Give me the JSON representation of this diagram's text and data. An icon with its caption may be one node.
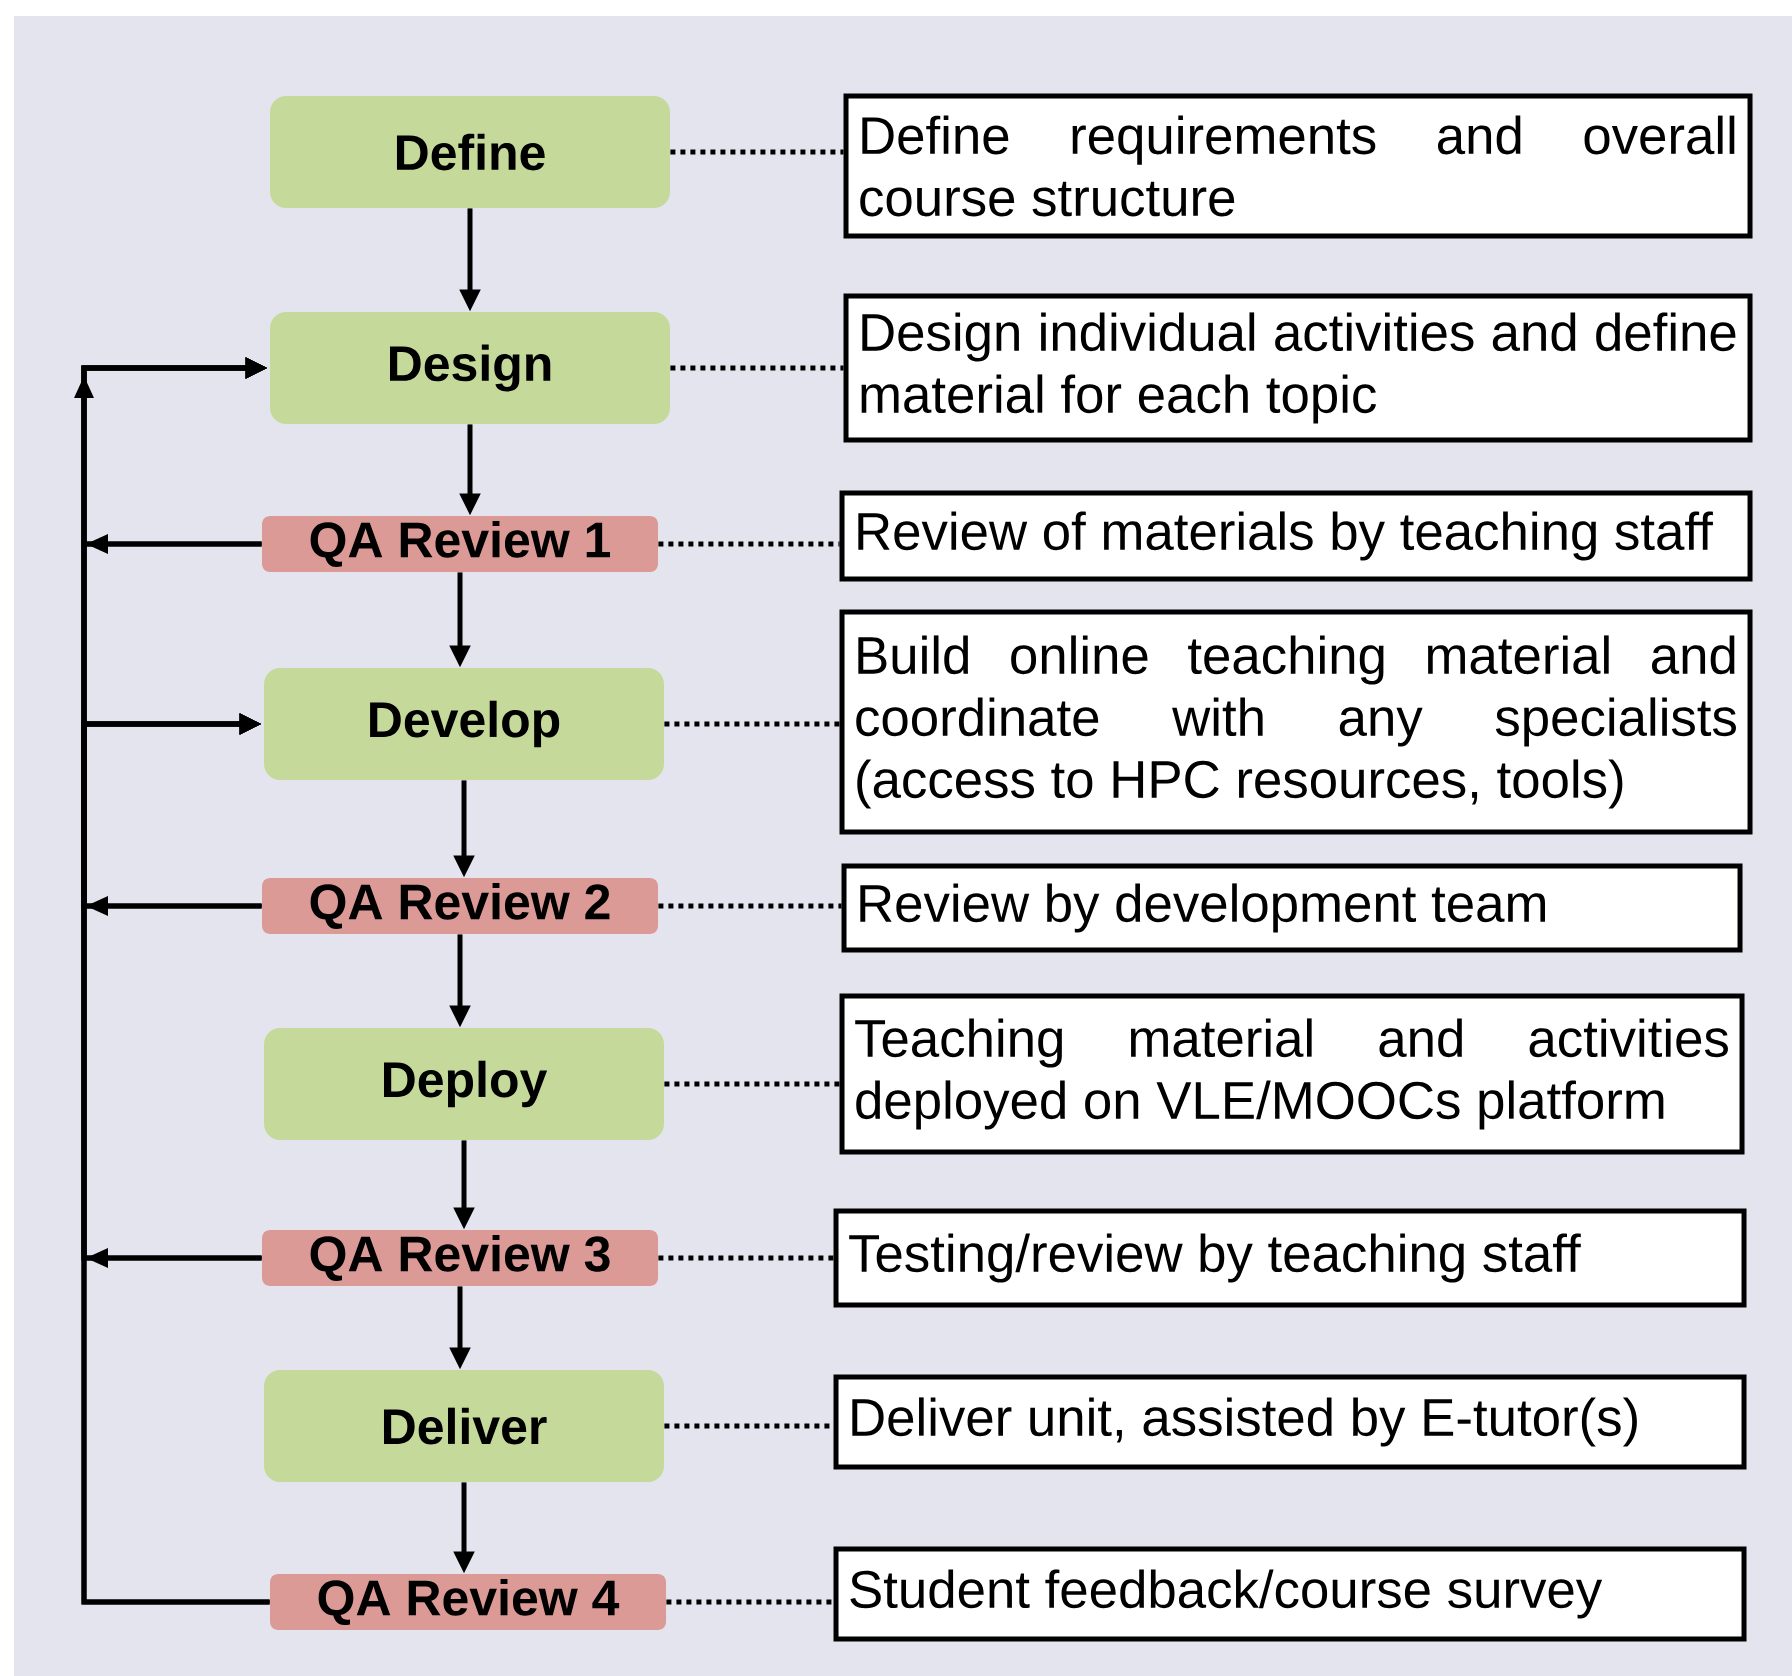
{
  "diagram": {
    "nodes": [
      {
        "text": [
          "Define"
        ]
      },
      {
        "text": [
          "Define requirements and overall course structure"
        ]
      },
      {
        "text": [
          "Design"
        ]
      },
      {
        "text": [
          "Design individual activities and define material for each topic"
        ]
      },
      {
        "text": [
          "QA Review 1"
        ]
      },
      {
        "text": [
          "Review of materials by teaching staff"
        ]
      },
      {
        "text": [
          "Develop"
        ]
      },
      {
        "text": [
          "Build online teaching material and coordinate with any specialists (access to HPC resources, tools)"
        ]
      },
      {
        "text": [
          "QA Review 2"
        ]
      },
      {
        "text": [
          "Review by development team"
        ]
      },
      {
        "text": [
          "Deploy"
        ]
      },
      {
        "text": [
          "Teaching material and activities deployed on VLE/MOOCs platform"
        ]
      },
      {
        "text": [
          "QA Review 3"
        ]
      },
      {
        "text": [
          "Testing/review by teaching staff"
        ]
      },
      {
        "text": [
          "Deliver"
        ]
      },
      {
        "text": [
          "Deliver unit, assisted by E-tutor(s)"
        ]
      },
      {
        "text": [
          "QA Review 4"
        ]
      },
      {
        "text": [
          "Student feedback/course survey"
        ]
      }
    ],
    "edges": [
      {
        "from": 0,
        "to": 2,
        "arrow": "to"
      },
      {
        "from": 2,
        "to": 4,
        "arrow": "to"
      },
      {
        "from": 4,
        "to": 6,
        "arrow": "to"
      },
      {
        "from": 6,
        "to": 8,
        "arrow": "to"
      },
      {
        "from": 8,
        "to": 10,
        "arrow": "to"
      },
      {
        "from": 10,
        "to": 12,
        "arrow": "to"
      },
      {
        "from": 12,
        "to": 14,
        "arrow": "to"
      },
      {
        "from": 14,
        "to": 16,
        "arrow": "to"
      },
      {
        "from": 0,
        "to": 1,
        "arrow": "none",
        "style": "dashed"
      },
      {
        "from": 2,
        "to": 3,
        "arrow": "none",
        "style": "dashed"
      },
      {
        "from": 4,
        "to": 5,
        "arrow": "none",
        "style": "dashed"
      },
      {
        "from": 6,
        "to": 7,
        "arrow": "none",
        "style": "dashed"
      },
      {
        "from": 8,
        "to": 9,
        "arrow": "none",
        "style": "dashed"
      },
      {
        "from": 10,
        "to": 11,
        "arrow": "none",
        "style": "dashed"
      },
      {
        "from": 12,
        "to": 13,
        "arrow": "none",
        "style": "dashed"
      },
      {
        "from": 14,
        "to": 15,
        "arrow": "none",
        "style": "dashed"
      },
      {
        "from": 16,
        "to": 17,
        "arrow": "none",
        "style": "dashed"
      },
      {
        "from": 4,
        "to": 2,
        "arrow": "to"
      },
      {
        "from": 8,
        "to": 2,
        "arrow": "to"
      },
      {
        "from": 12,
        "to": 2,
        "arrow": "to"
      },
      {
        "from": 16,
        "to": 2,
        "arrow": "to"
      },
      {
        "from": 4,
        "to": 6,
        "arrow": "to"
      },
      {
        "from": 8,
        "to": 6,
        "arrow": "to"
      },
      {
        "from": 12,
        "to": 6,
        "arrow": "to"
      },
      {
        "from": 16,
        "to": 6,
        "arrow": "to"
      }
    ]
  }
}
